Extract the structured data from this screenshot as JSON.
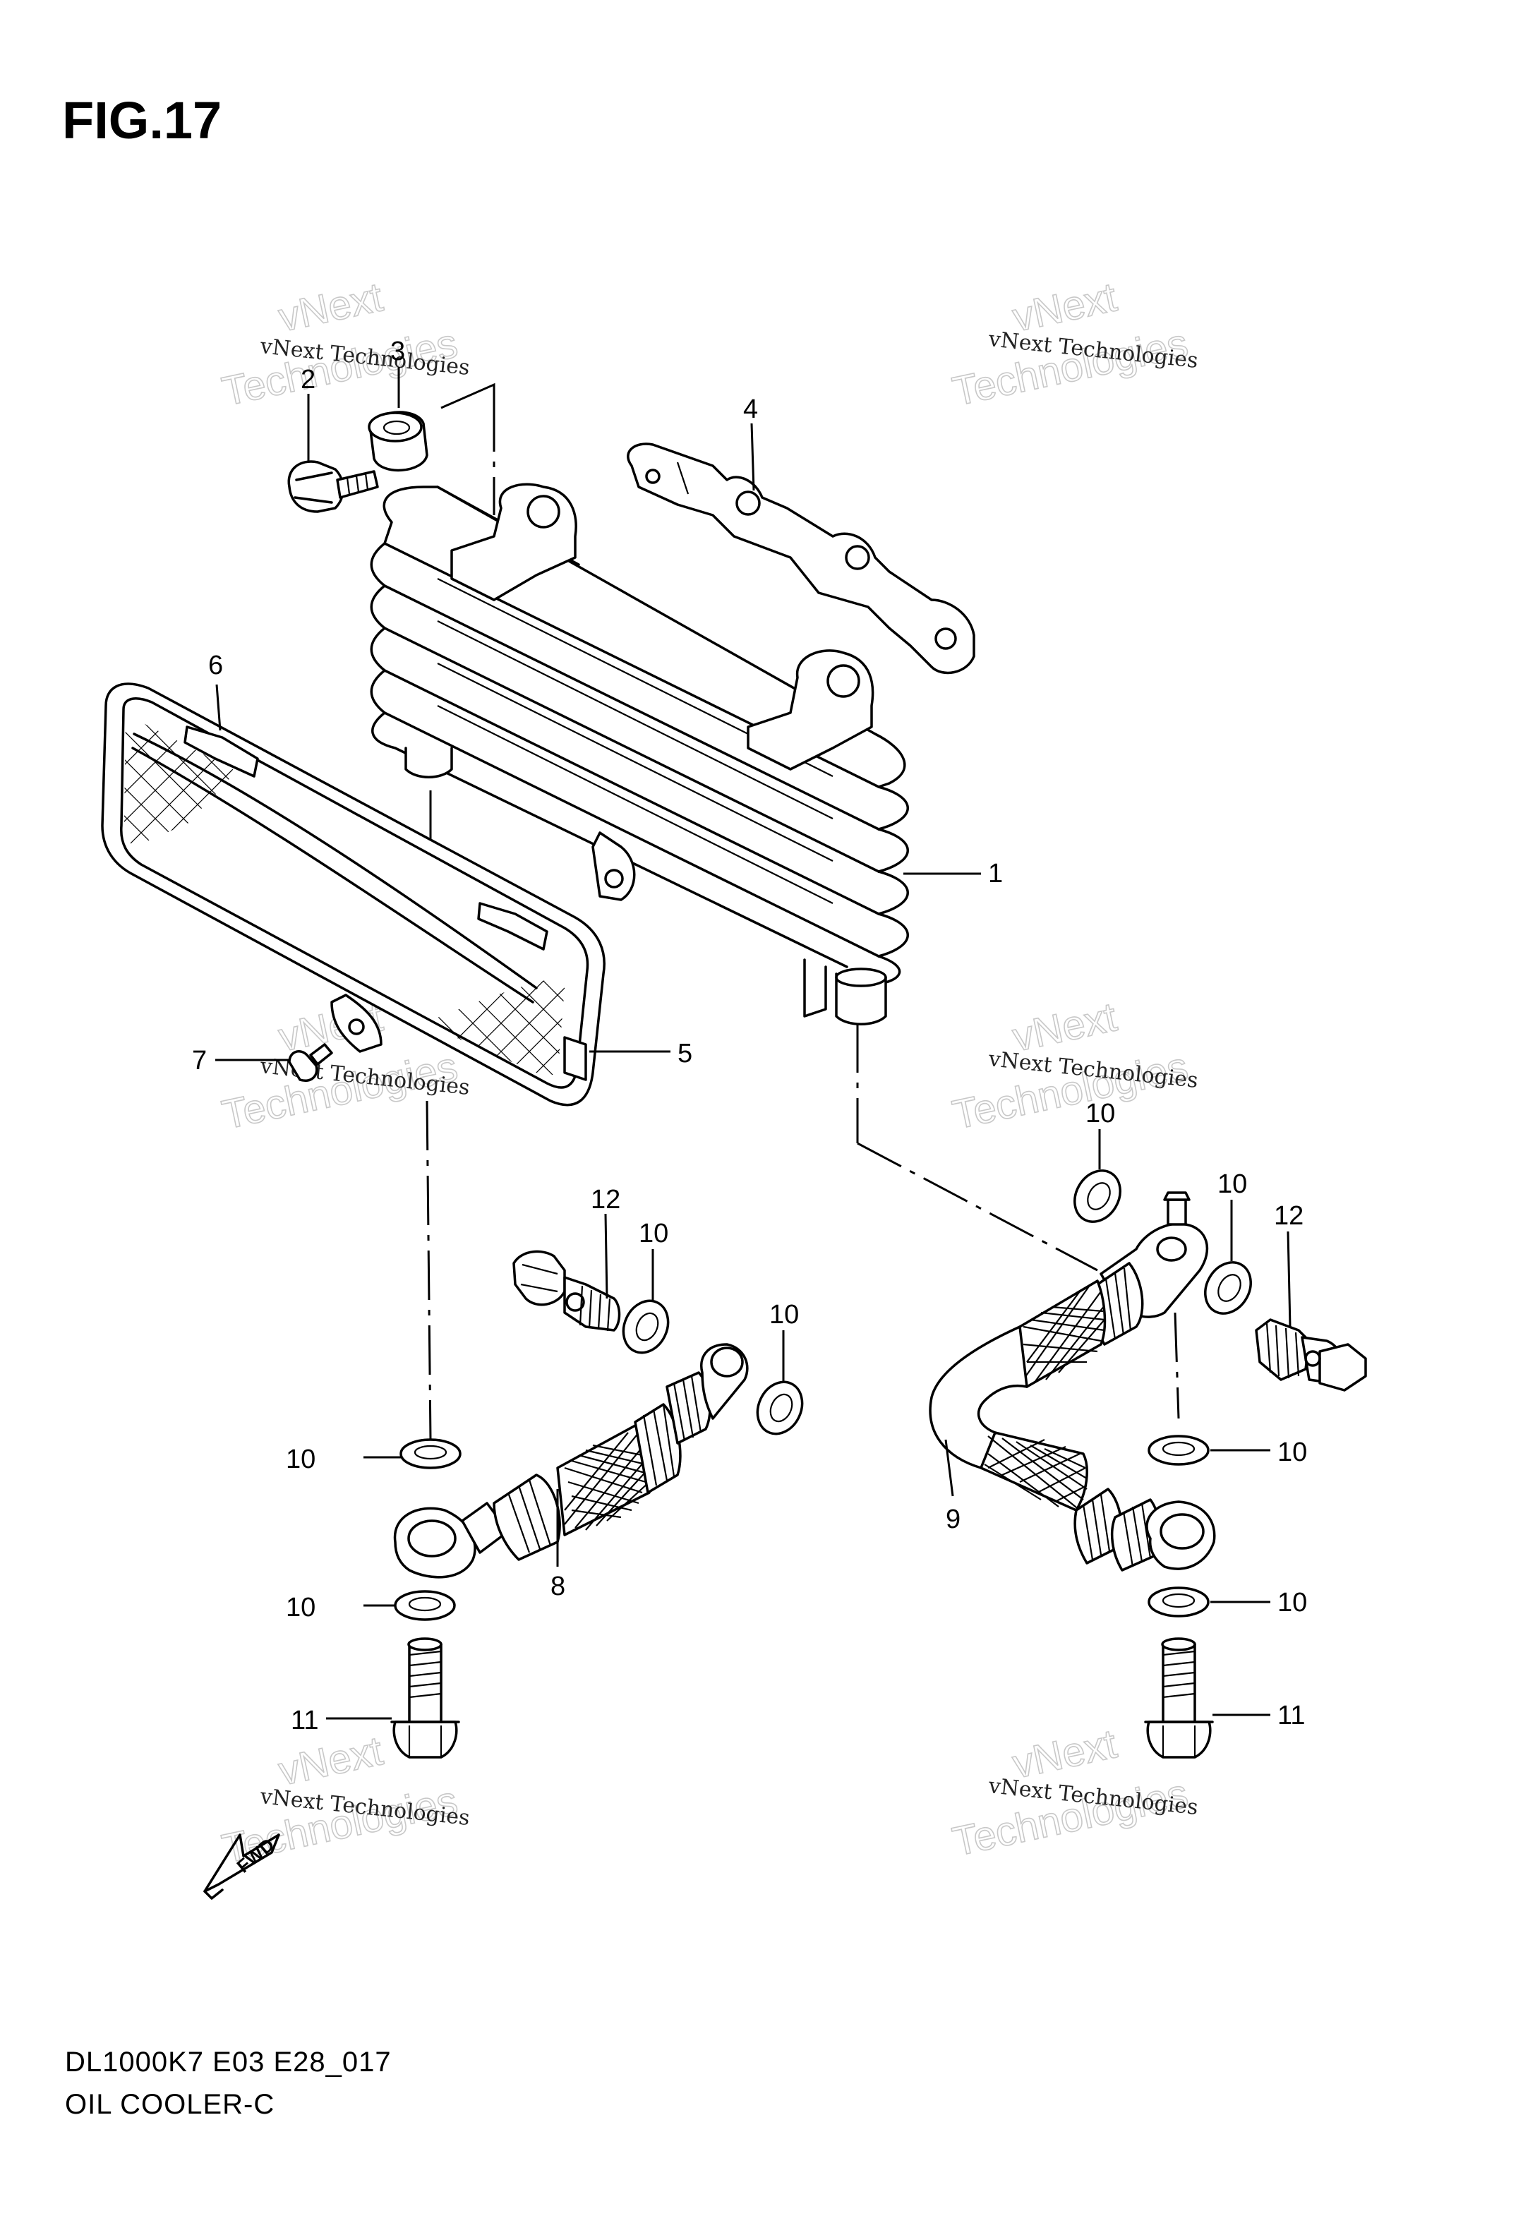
{
  "figure_title": "FIG.17",
  "footer": {
    "code": "DL1000K7 E03 E28_017",
    "name": "OIL COOLER-C"
  },
  "watermark": {
    "line1": "vNext Technologies",
    "line2": "vNext",
    "line3": "Technologies"
  },
  "callouts": [
    {
      "id": "c1",
      "label": "1"
    },
    {
      "id": "c2",
      "label": "2"
    },
    {
      "id": "c3",
      "label": "3"
    },
    {
      "id": "c4",
      "label": "4"
    },
    {
      "id": "c5",
      "label": "5"
    },
    {
      "id": "c6",
      "label": "6"
    },
    {
      "id": "c7",
      "label": "7"
    },
    {
      "id": "c8",
      "label": "8"
    },
    {
      "id": "c9",
      "label": "9"
    },
    {
      "id": "c10a",
      "label": "10"
    },
    {
      "id": "c10b",
      "label": "10"
    },
    {
      "id": "c10c",
      "label": "10"
    },
    {
      "id": "c10d",
      "label": "10"
    },
    {
      "id": "c10e",
      "label": "10"
    },
    {
      "id": "c10f",
      "label": "10"
    },
    {
      "id": "c10g",
      "label": "10"
    },
    {
      "id": "c10h",
      "label": "10"
    },
    {
      "id": "c11a",
      "label": "11"
    },
    {
      "id": "c11b",
      "label": "11"
    },
    {
      "id": "c12a",
      "label": "12"
    },
    {
      "id": "c12b",
      "label": "12"
    }
  ],
  "fwd_label": "FWD"
}
